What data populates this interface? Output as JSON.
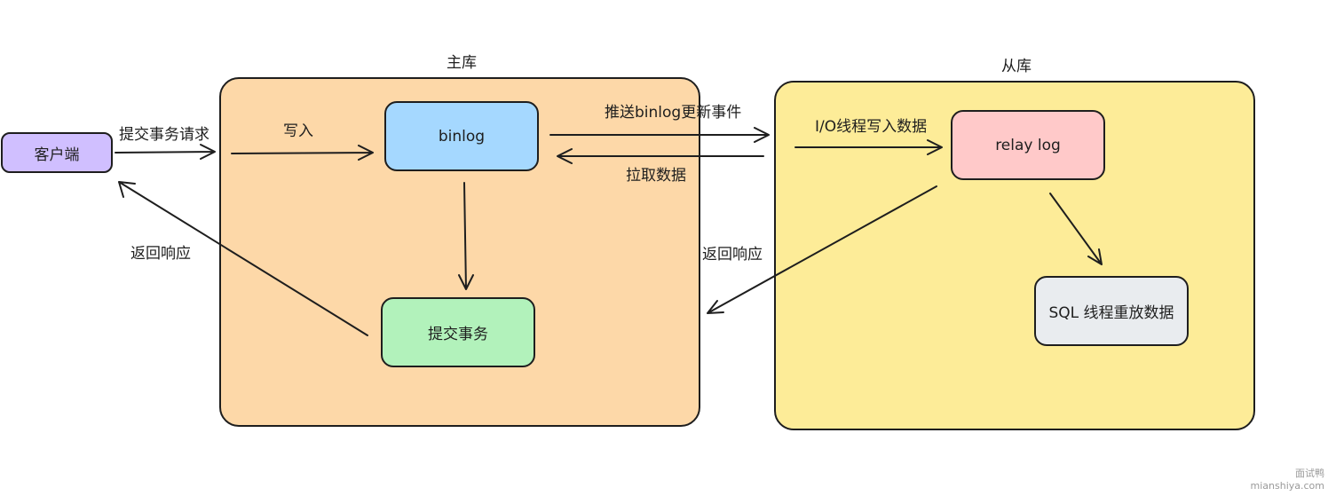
{
  "regions": {
    "master": {
      "title": "主库"
    },
    "slave": {
      "title": "从库"
    }
  },
  "nodes": {
    "client": "客户端",
    "binlog": "binlog",
    "commit": "提交事务",
    "relay_log": "relay log",
    "sql_thread": "SQL 线程重放数据"
  },
  "edge_labels": {
    "submit_request": "提交事务请求",
    "write": "写入",
    "push_binlog": "推送binlog更新事件",
    "pull_data": "拉取数据",
    "io_thread_write": "I/O线程写入数据",
    "return_response_left": "返回响应",
    "return_response_right": "返回响应"
  },
  "colors": {
    "master_fill": "#fdd8a8",
    "slave_fill": "#fdec98",
    "client_fill": "#d0bfff",
    "binlog_fill": "#a5d8ff",
    "commit_fill": "#b2f2bb",
    "relay_fill": "#ffc9c9",
    "sql_fill": "#e9ecef",
    "stroke": "#1e1e1e"
  },
  "watermark": {
    "line1": "面试鸭",
    "line2": "mianshiya.com"
  }
}
